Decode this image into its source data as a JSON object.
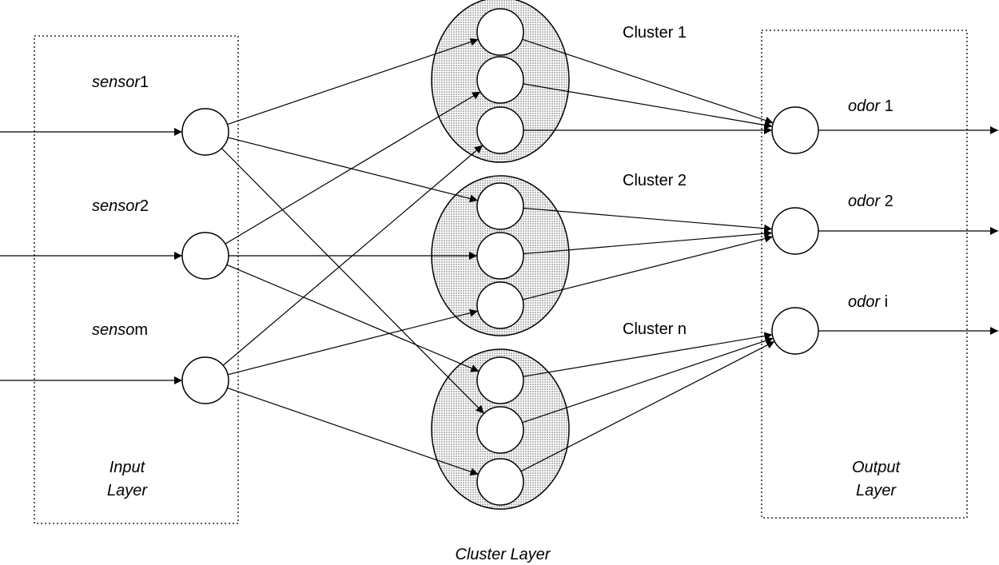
{
  "colors": {
    "stroke": "#000000",
    "cluster_fill": "#d3d3d3",
    "node_fill": "#ffffff",
    "background": "#ffffff"
  },
  "inputs": [
    {
      "id": "s1",
      "prefix": "sensor",
      "suffix": "1"
    },
    {
      "id": "s2",
      "prefix": "sensor",
      "suffix": "2"
    },
    {
      "id": "sm",
      "prefix": "senso",
      "suffix": "m"
    }
  ],
  "input_layer_label": [
    "Input",
    "Layer"
  ],
  "clusters": [
    {
      "id": "c1",
      "label": "Cluster 1",
      "neurons": 3
    },
    {
      "id": "c2",
      "label": "Cluster 2",
      "neurons": 3
    },
    {
      "id": "cn",
      "label": "Cluster n",
      "neurons": 3
    }
  ],
  "cluster_layer_label": "Cluster Layer",
  "outputs": [
    {
      "id": "o1",
      "prefix": "odor",
      "suffix": " 1"
    },
    {
      "id": "o2",
      "prefix": "odor",
      "suffix": " 2"
    },
    {
      "id": "oi",
      "prefix": "odor",
      "suffix": " i"
    }
  ],
  "output_layer_label": [
    "Output",
    "Layer"
  ],
  "input_to_cluster": [
    {
      "from": "s1",
      "to": "c1.1"
    },
    {
      "from": "s1",
      "to": "c2.1"
    },
    {
      "from": "s1",
      "to": "cn.2"
    },
    {
      "from": "s2",
      "to": "c1.2"
    },
    {
      "from": "s2",
      "to": "c2.2"
    },
    {
      "from": "s2",
      "to": "cn.1"
    },
    {
      "from": "sm",
      "to": "c1.3"
    },
    {
      "from": "sm",
      "to": "c2.3"
    },
    {
      "from": "sm",
      "to": "cn.3"
    }
  ],
  "cluster_to_output": [
    {
      "from": "c1.1",
      "to": "o1"
    },
    {
      "from": "c1.2",
      "to": "o1"
    },
    {
      "from": "c1.3",
      "to": "o1"
    },
    {
      "from": "c2.1",
      "to": "o2"
    },
    {
      "from": "c2.2",
      "to": "o2"
    },
    {
      "from": "c2.3",
      "to": "o2"
    },
    {
      "from": "cn.1",
      "to": "oi"
    },
    {
      "from": "cn.2",
      "to": "oi"
    },
    {
      "from": "cn.3",
      "to": "oi"
    }
  ]
}
